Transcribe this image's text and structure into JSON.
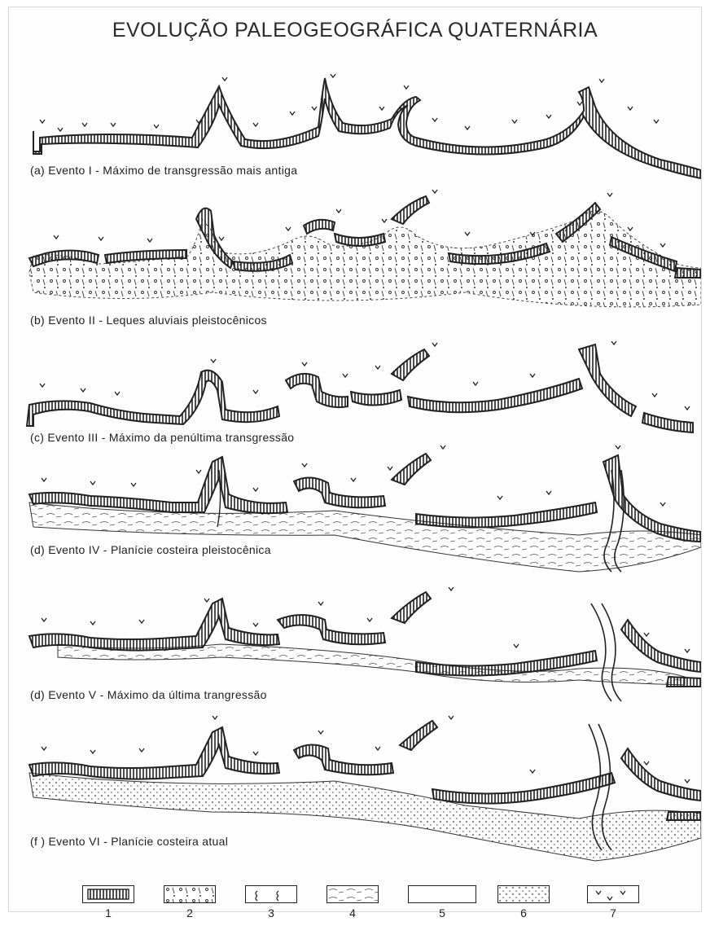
{
  "title": "EVOLUÇÃO PALEOGEOGRÁFICA QUATERNÁRIA",
  "panels": [
    {
      "label": "(a)  Evento I - Máximo de transgressão mais antiga"
    },
    {
      "label": "(b)  Evento II - Leques aluviais pleistocênicos"
    },
    {
      "label": "(c)  Evento III - Máximo da penúltima transgressão"
    },
    {
      "label": "(d)  Evento IV - Planície costeira pleistocênica"
    },
    {
      "label": "(d)  Evento V - Máximo da última trangressão"
    },
    {
      "label": "(f )  Evento VI - Planície costeira atual"
    }
  ],
  "legend": [
    {
      "number": "1",
      "pattern": "cliff-hatch"
    },
    {
      "number": "2",
      "pattern": "alluvial-fan"
    },
    {
      "number": "3",
      "pattern": "marine-shells"
    },
    {
      "number": "4",
      "pattern": "lagoon-lines"
    },
    {
      "number": "5",
      "pattern": "blank"
    },
    {
      "number": "6",
      "pattern": "dotted-sand"
    },
    {
      "number": "7",
      "pattern": "vegetation-marks"
    }
  ],
  "colors": {
    "ink": "#1e1e1e",
    "paper": "#fdfdfd"
  }
}
